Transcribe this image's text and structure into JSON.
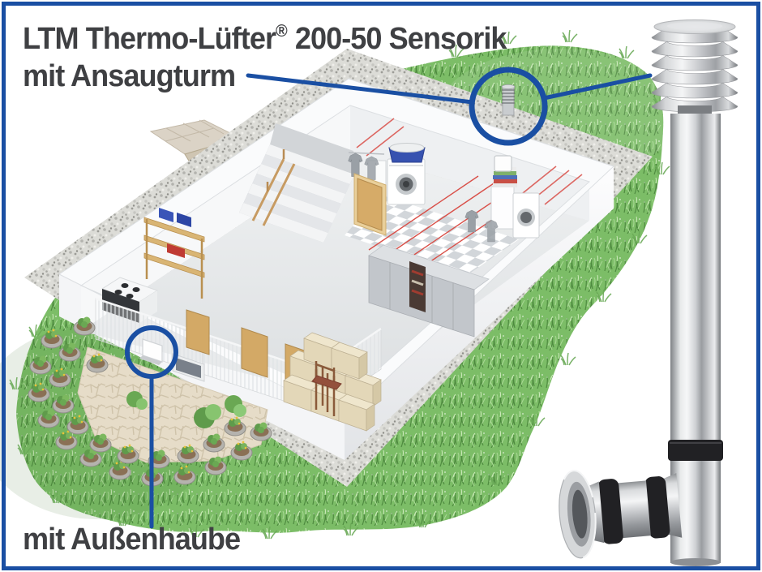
{
  "heading": {
    "line1_brand": "LTM Thermo-Lüfter",
    "line1_reg_mark": "®",
    "line1_model": " 200-50 Sensorik",
    "line2": "mit Ansaugturm"
  },
  "bottom_caption": "mit Außenhaube",
  "colors": {
    "frame_blue": "#1a4fa3",
    "annotation_blue": "#1a4fa3",
    "heading_gray": "#3f4043",
    "grass_green": "#7cbd67",
    "clothesline_red": "#d94f48",
    "seal_black": "#212124"
  }
}
